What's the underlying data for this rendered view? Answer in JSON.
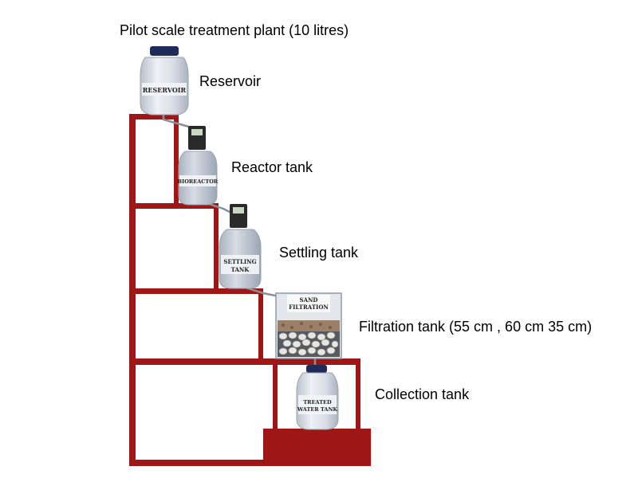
{
  "title": "Pilot scale treatment plant (10 litres)",
  "labels": {
    "reservoir": "Reservoir",
    "reactor": "Reactor tank",
    "settling": "Settling tank",
    "filtration": "Filtration tank (55 cm , 60 cm 35 cm)",
    "collection": "Collection tank"
  },
  "container_text": {
    "reservoir": "RESERVOIR",
    "reactor": "BIOREACTOR",
    "settling_1": "SETTLING",
    "settling_2": "TANK",
    "filter_1": "SAND",
    "filter_2": "FILTRATION",
    "collection_1": "TREATED",
    "collection_2": "WATER TANK"
  },
  "colors": {
    "frame": "#9e1616",
    "cap": "#1f2c5a",
    "bottle": "#dfe3ea",
    "water": "#c9d2dd"
  }
}
